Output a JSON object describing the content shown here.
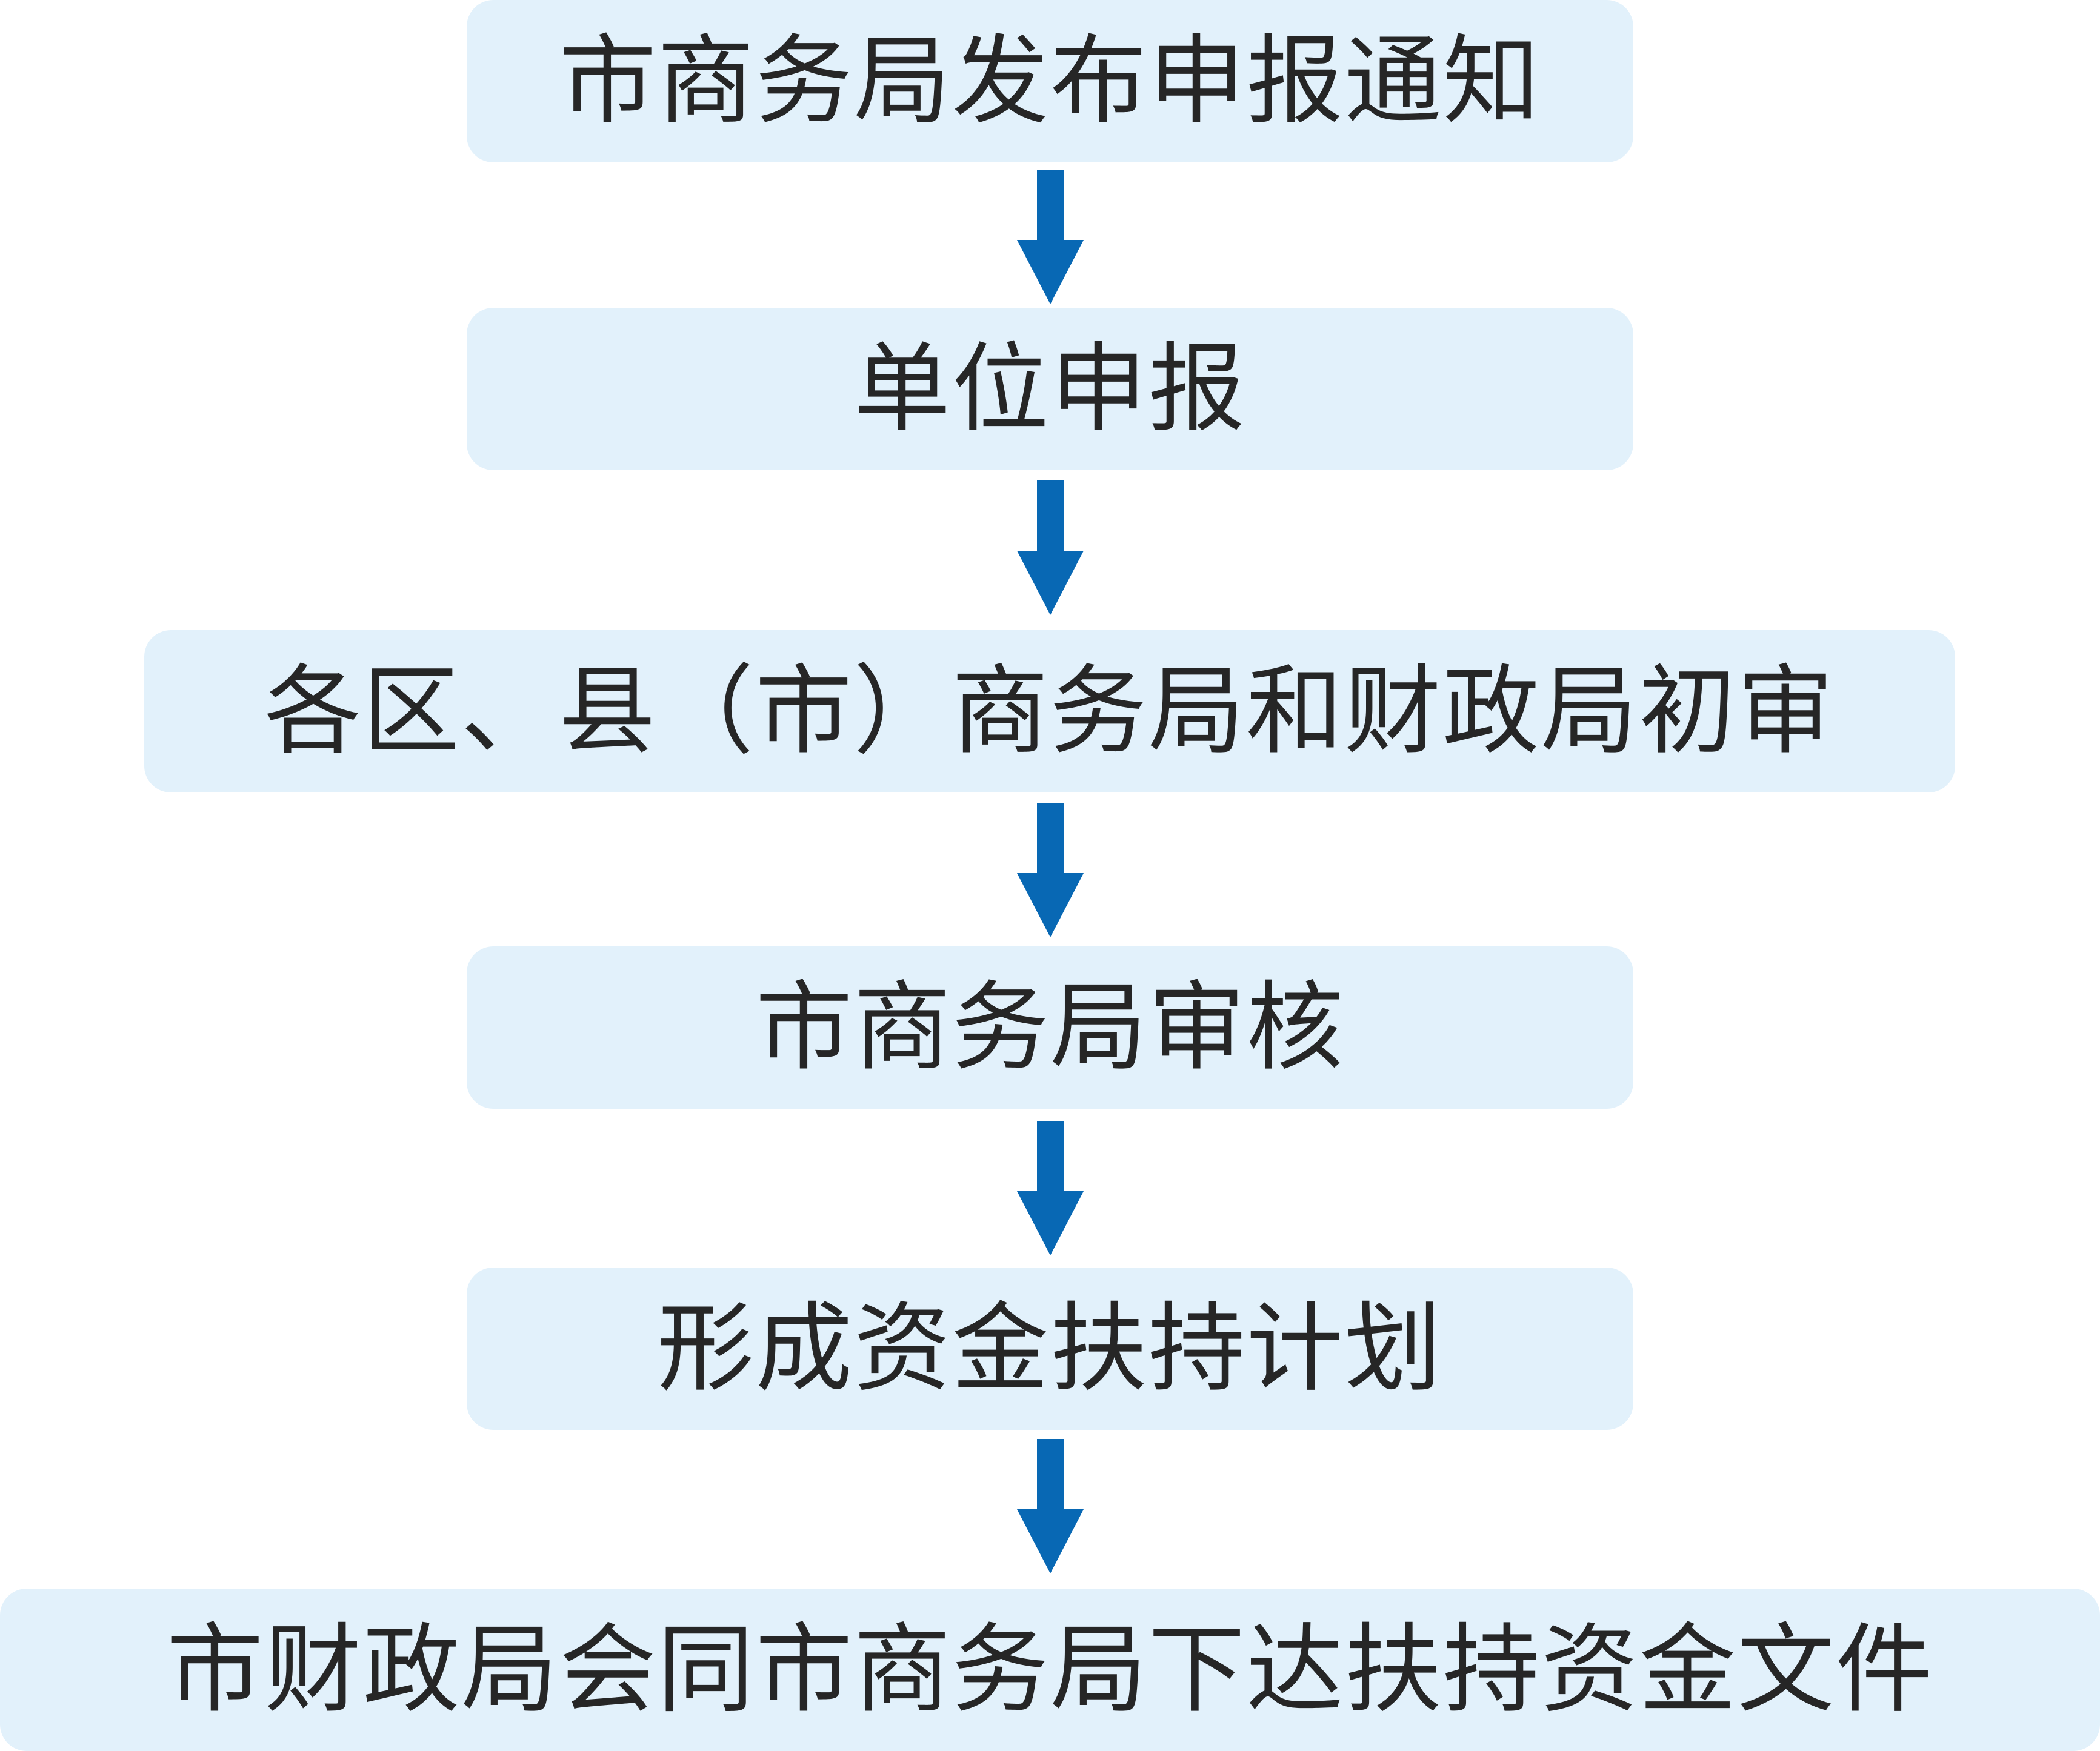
{
  "flow": {
    "accent_color": "#0868b4",
    "box_color": "#e2f1fb",
    "text_color": "#262626",
    "steps": [
      {
        "label": "市商务局发布申报通知"
      },
      {
        "label": "单位申报"
      },
      {
        "label": "各区、县（市）商务局和财政局初审"
      },
      {
        "label": "市商务局审核"
      },
      {
        "label": "形成资金扶持计划"
      },
      {
        "label": "市财政局会同市商务局下达扶持资金文件"
      }
    ]
  }
}
